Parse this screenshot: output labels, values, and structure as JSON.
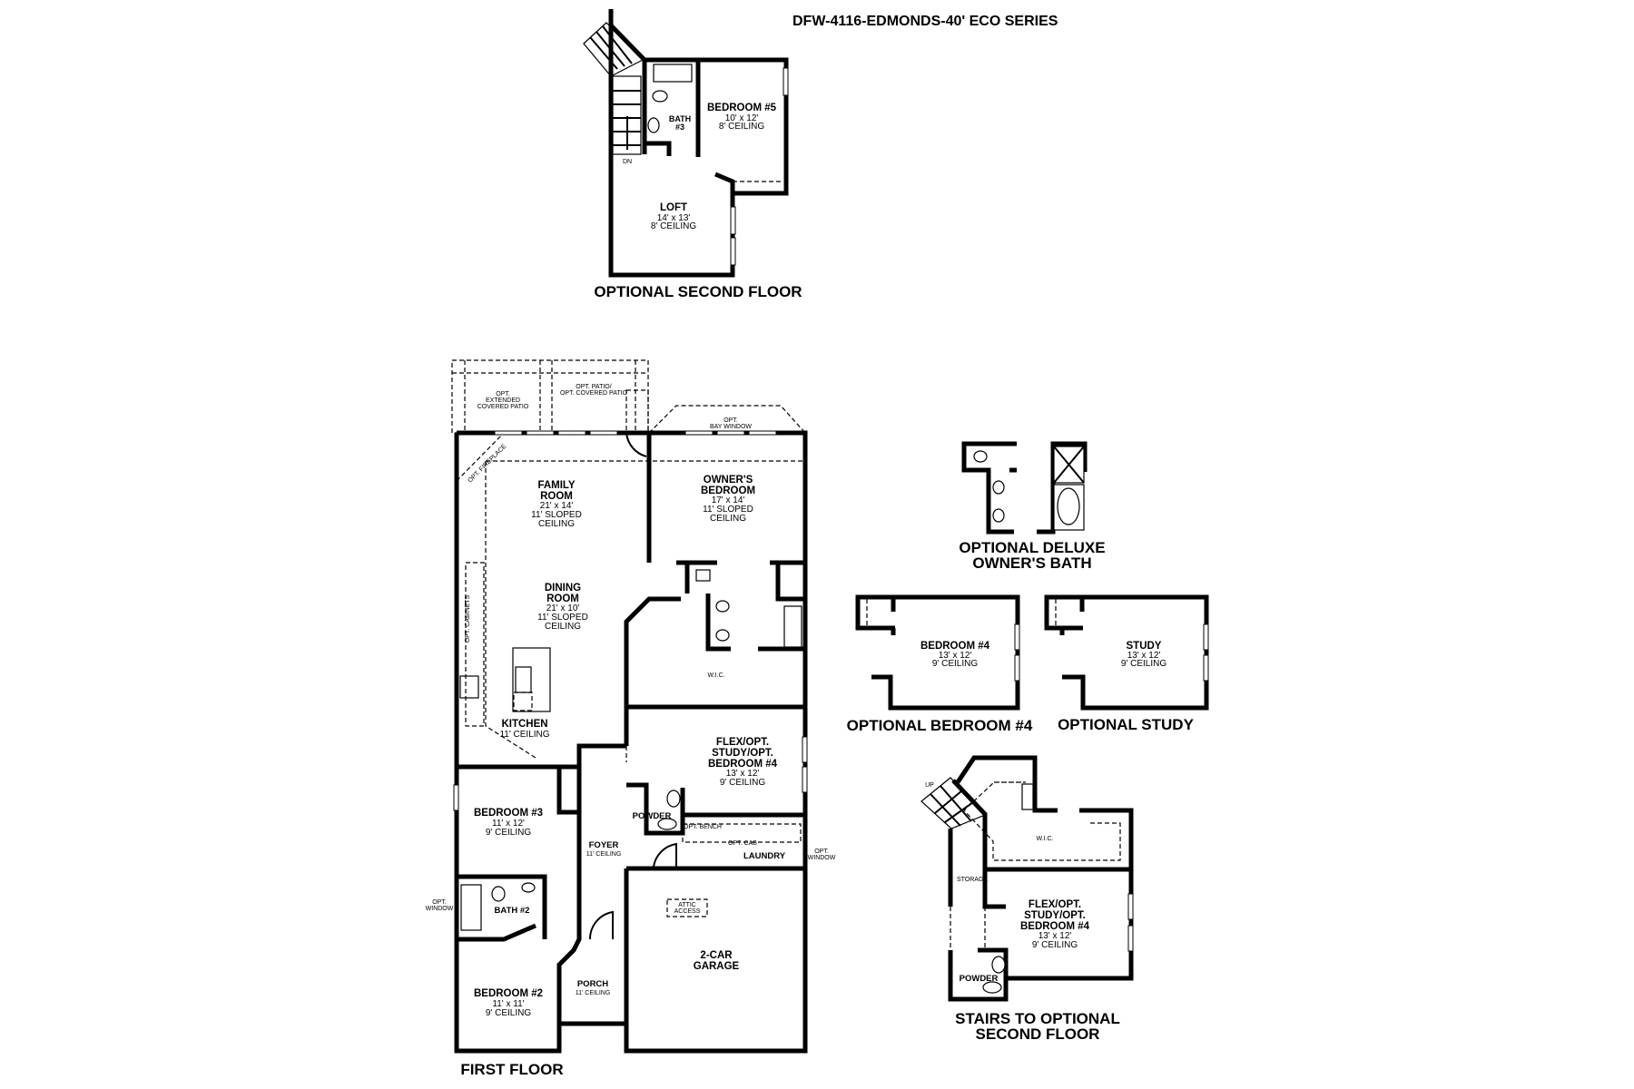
{
  "title": "DFW-4116-EDMONDS-40' ECO SERIES",
  "second_floor": {
    "caption": "OPTIONAL SECOND FLOOR",
    "bedroom5": [
      "BEDROOM #5",
      "10' x 12'",
      "8' CEILING"
    ],
    "bath3": [
      "BATH",
      "#3"
    ],
    "loft": [
      "LOFT",
      "14' x 13'",
      "8' CEILING"
    ],
    "stair_note": "DN"
  },
  "first_floor": {
    "caption": "FIRST FLOOR",
    "ext_patio": [
      "OPT.",
      "EXTENDED",
      "COVERED PATIO"
    ],
    "patio": [
      "OPT. PATIO/",
      "OPT. COVERED PATIO"
    ],
    "bay_window": [
      "OPT.",
      "BAY WINDOW"
    ],
    "fireplace": "OPT. FIREPLACE",
    "cabinets": "OPT. CABINETS",
    "family": [
      "FAMILY",
      "ROOM",
      "21' x 14'",
      "11' SLOPED",
      "CEILING"
    ],
    "dining": [
      "DINING",
      "ROOM",
      "21' x 10'",
      "11' SLOPED",
      "CEILING"
    ],
    "owners": [
      "OWNER'S",
      "BEDROOM",
      "17' x 14'",
      "11' SLOPED",
      "CEILING"
    ],
    "wic": "W.I.C.",
    "kitchen": [
      "KITCHEN",
      "11' CEILING"
    ],
    "flex": [
      "FLEX/OPT.",
      "STUDY/OPT.",
      "BEDROOM #4",
      "13' x 12'",
      "9' CEILING"
    ],
    "bedroom3": [
      "BEDROOM #3",
      "11' x 12'",
      "9' CEILING"
    ],
    "powder": "POWDER",
    "opt_bench": "OPT. BENCH",
    "opt_cab": "OPT. CAB",
    "foyer": [
      "FOYER",
      "11' CEILING"
    ],
    "laundry": "LAUNDRY",
    "opt_window_right": [
      "OPT.",
      "WINDOW"
    ],
    "opt_window_left": [
      "OPT.",
      "WINDOW"
    ],
    "bath2": "BATH #2",
    "attic": [
      "ATTIC",
      "ACCESS"
    ],
    "garage": [
      "2-CAR",
      "GARAGE"
    ],
    "bedroom2": [
      "BEDROOM #2",
      "11' x 11'",
      "9' CEILING"
    ],
    "porch": [
      "PORCH",
      "11' CEILING"
    ]
  },
  "deluxe_bath": {
    "caption": [
      "OPTIONAL DELUXE",
      "OWNER'S BATH"
    ]
  },
  "opt_bedroom4": {
    "caption": "OPTIONAL BEDROOM #4",
    "room": [
      "BEDROOM #4",
      "13' x 12'",
      "9' CEILING"
    ]
  },
  "opt_study": {
    "caption": "OPTIONAL STUDY",
    "room": [
      "STUDY",
      "13' x 12'",
      "9' CEILING"
    ]
  },
  "opt_stairs": {
    "caption": [
      "STAIRS TO OPTIONAL",
      "SECOND FLOOR"
    ],
    "up": "UP",
    "wic": "W.I.C.",
    "storage": "STORAGE",
    "flex": [
      "FLEX/OPT.",
      "STUDY/OPT.",
      "BEDROOM #4",
      "13' x 12'",
      "9' CEILING"
    ],
    "powder": "POWDER"
  }
}
